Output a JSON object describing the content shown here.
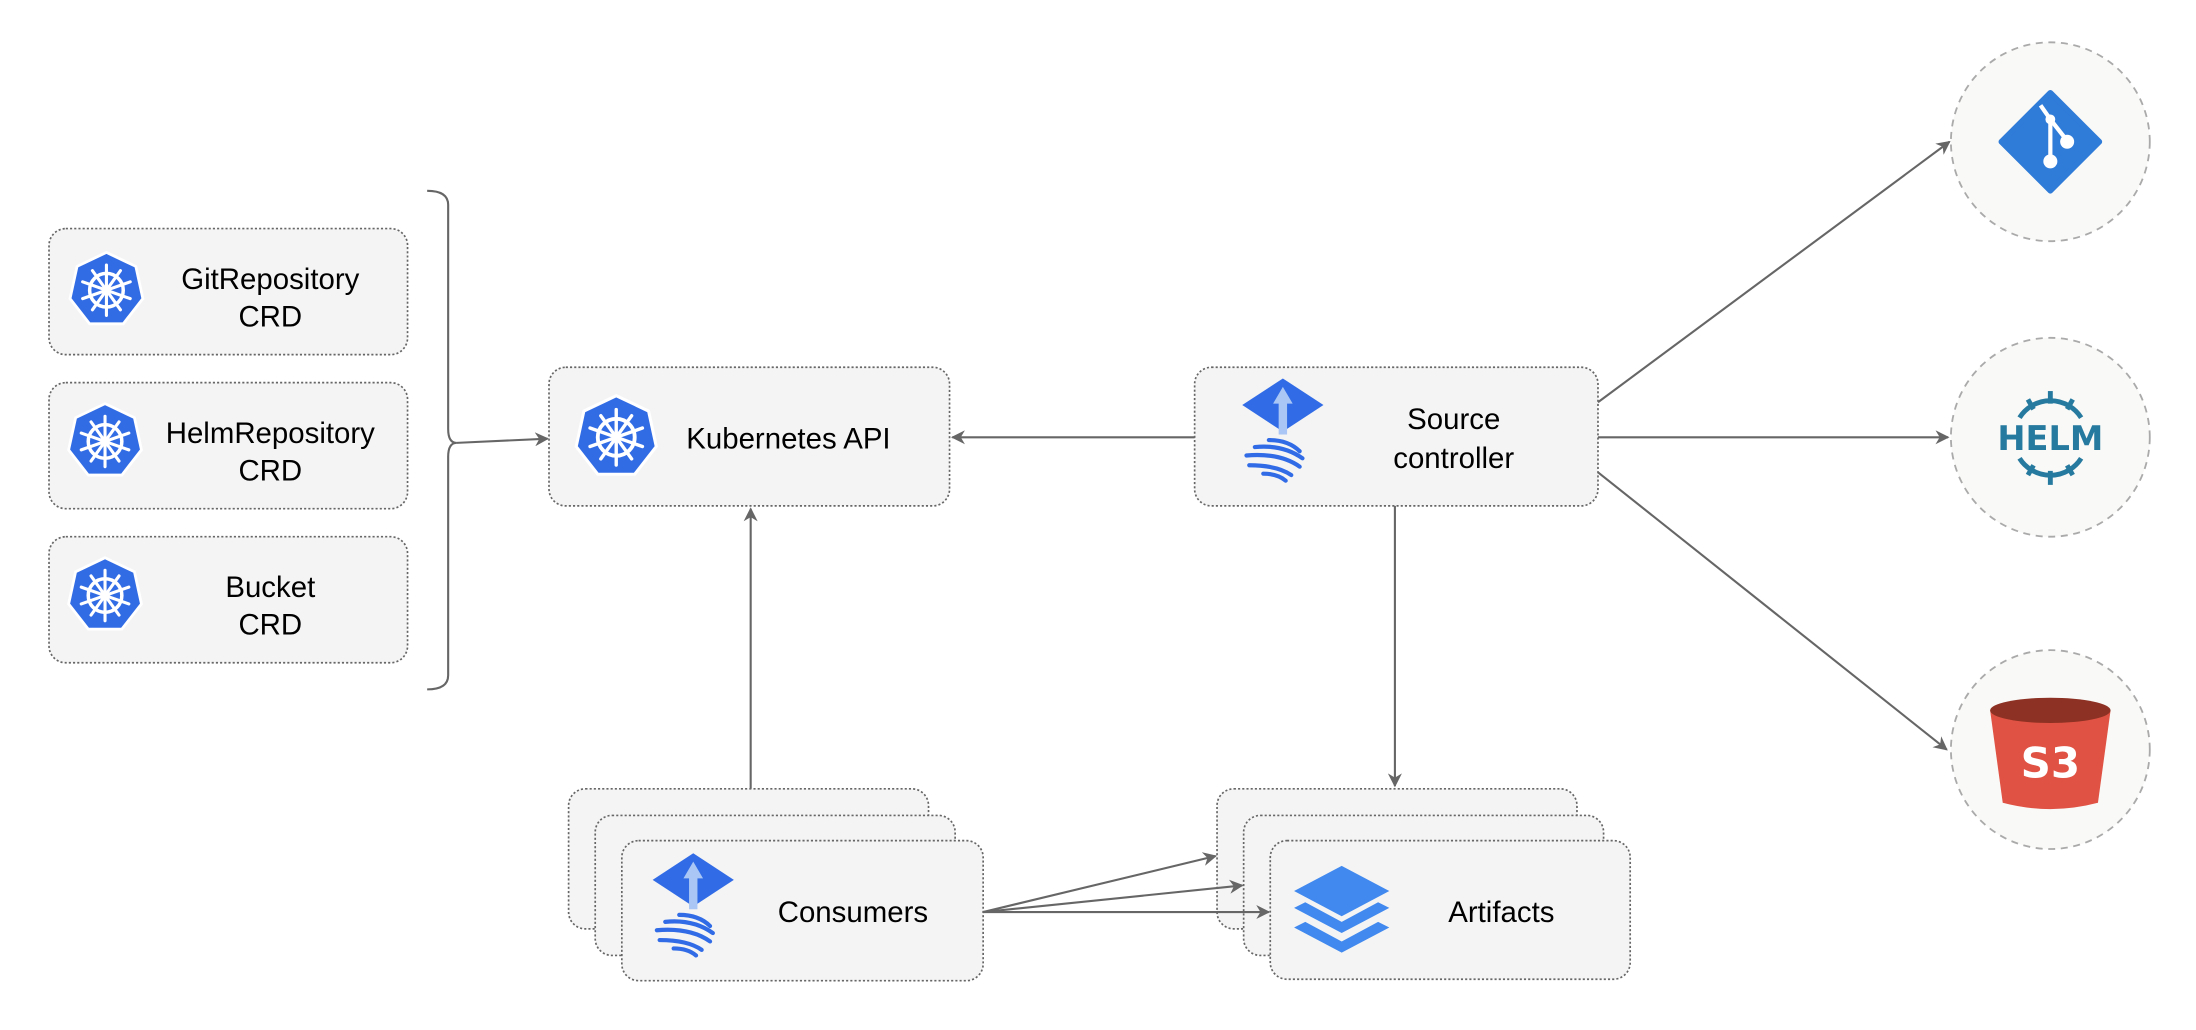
{
  "crds": [
    {
      "line1": "GitRepository",
      "line2": "CRD"
    },
    {
      "line1": "HelmRepository",
      "line2": "CRD"
    },
    {
      "line1": "Bucket",
      "line2": "CRD"
    }
  ],
  "kubernetes_api": {
    "label": "Kubernetes API",
    "icon": "kubernetes-icon"
  },
  "source_controller": {
    "line1": "Source",
    "line2": "controller",
    "icon": "flux-icon"
  },
  "consumers": {
    "label": "Consumers",
    "icon": "flux-icon"
  },
  "artifacts": {
    "label": "Artifacts",
    "icon": "layers-icon"
  },
  "sources": [
    {
      "name": "git",
      "icon": "git-icon",
      "color": "#2f7bd8"
    },
    {
      "name": "helm",
      "label": "HELM",
      "icon": "helm-icon",
      "color": "#277a9f"
    },
    {
      "name": "s3",
      "label": "S3",
      "icon": "s3-bucket-icon",
      "color": "#e05243"
    }
  ],
  "colors": {
    "kubernetes": "#326ce5",
    "flux": "#316ce6",
    "layers": "#4189ee",
    "edge": "#666666",
    "box_fill": "#f4f4f4"
  }
}
